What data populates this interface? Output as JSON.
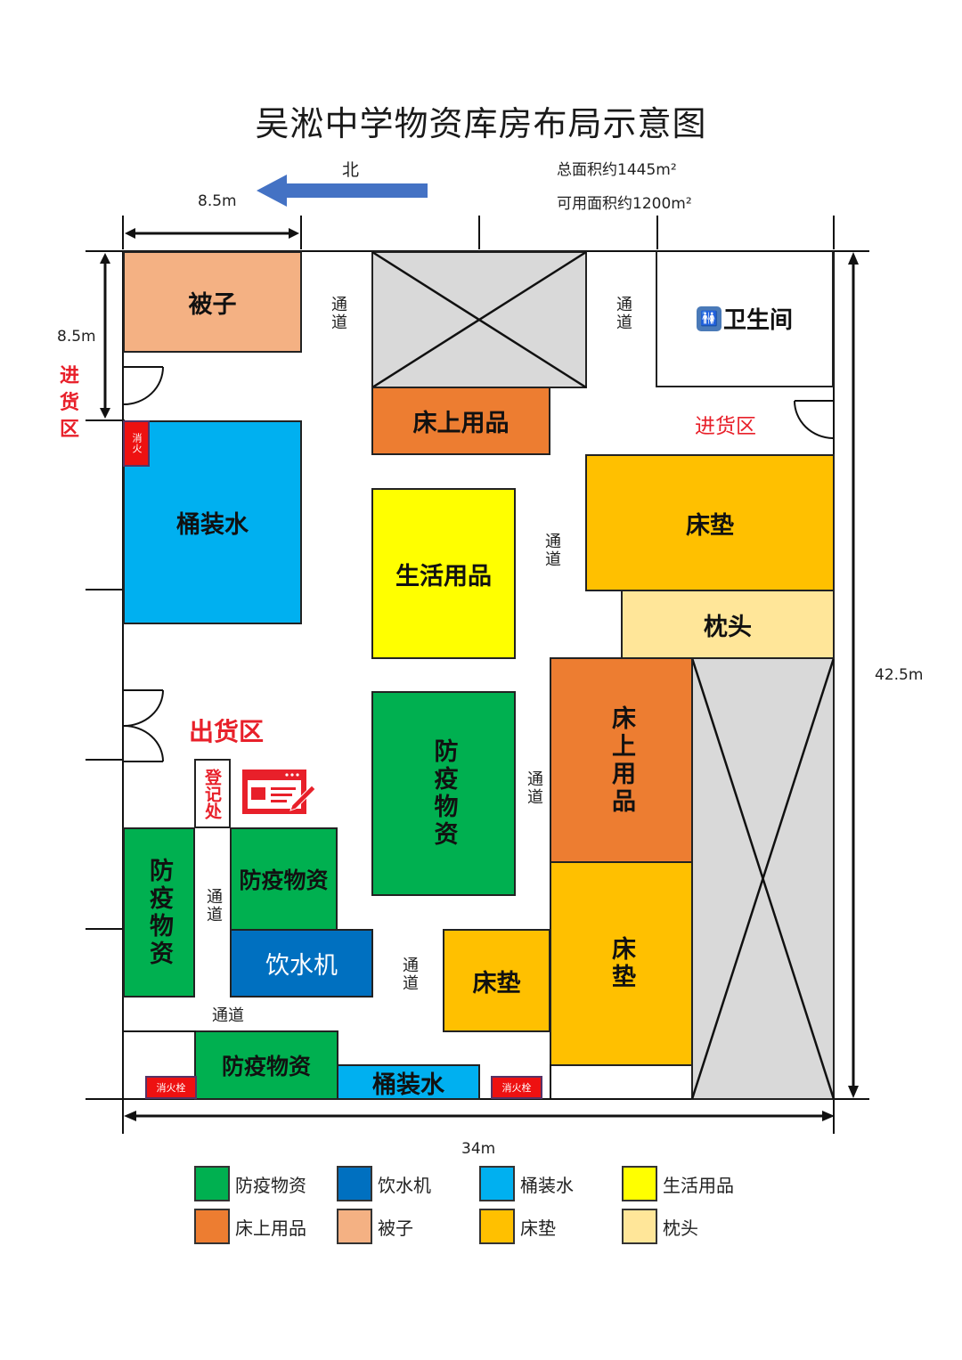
{
  "header": {
    "title": "吴淞中学物资库房布局示意图",
    "north_label": "北",
    "total_area": "总面积约1445m²",
    "usable_area": "可用面积约1200m²"
  },
  "dimensions": {
    "top_width": "8.5m",
    "left_height": "8.5m",
    "overall_height": "42.5m",
    "overall_width": "34m"
  },
  "zones": {
    "inbound_left": "进货区",
    "inbound_right": "进货区",
    "outbound": "出货区",
    "registration": "登记处",
    "restroom": "卫生间"
  },
  "aisle_label": "通道",
  "fire_labels": {
    "short": "消火",
    "hydrant": "消火栓"
  },
  "blocks": {
    "quilts": "被子",
    "bedding_top": "床上用品",
    "water_left": "桶装水",
    "daily_goods": "生活用品",
    "mattress_right": "床垫",
    "pillows": "枕头",
    "bedding_right": "床上用品",
    "epidemic_center": "防疫物资",
    "epidemic_left": "防疫物资",
    "epidemic_mid": "防疫物资",
    "dispenser": "饮水机",
    "mattress_small": "床垫",
    "mattress_tall": "床垫",
    "epidemic_bottom": "防疫物资",
    "water_bottom": "桶装水"
  },
  "colors": {
    "epidemic": "#00b050",
    "dispenser": "#0070c0",
    "water": "#00b0f0",
    "daily": "#ffff00",
    "bedding": "#ed7d31",
    "quilts": "#f4b183",
    "mattress": "#ffc000",
    "pillows": "#ffe699",
    "blocked": "#d9d9d9",
    "north_arrow": "#4472c4",
    "alert_red": "#e8202a"
  },
  "legend": [
    {
      "label": "防疫物资",
      "color": "#00b050"
    },
    {
      "label": "饮水机",
      "color": "#0070c0"
    },
    {
      "label": "桶装水",
      "color": "#00b0f0"
    },
    {
      "label": "生活用品",
      "color": "#ffff00"
    },
    {
      "label": "床上用品",
      "color": "#ed7d31"
    },
    {
      "label": "被子",
      "color": "#f4b183"
    },
    {
      "label": "床垫",
      "color": "#ffc000"
    },
    {
      "label": "枕头",
      "color": "#ffe699"
    }
  ]
}
